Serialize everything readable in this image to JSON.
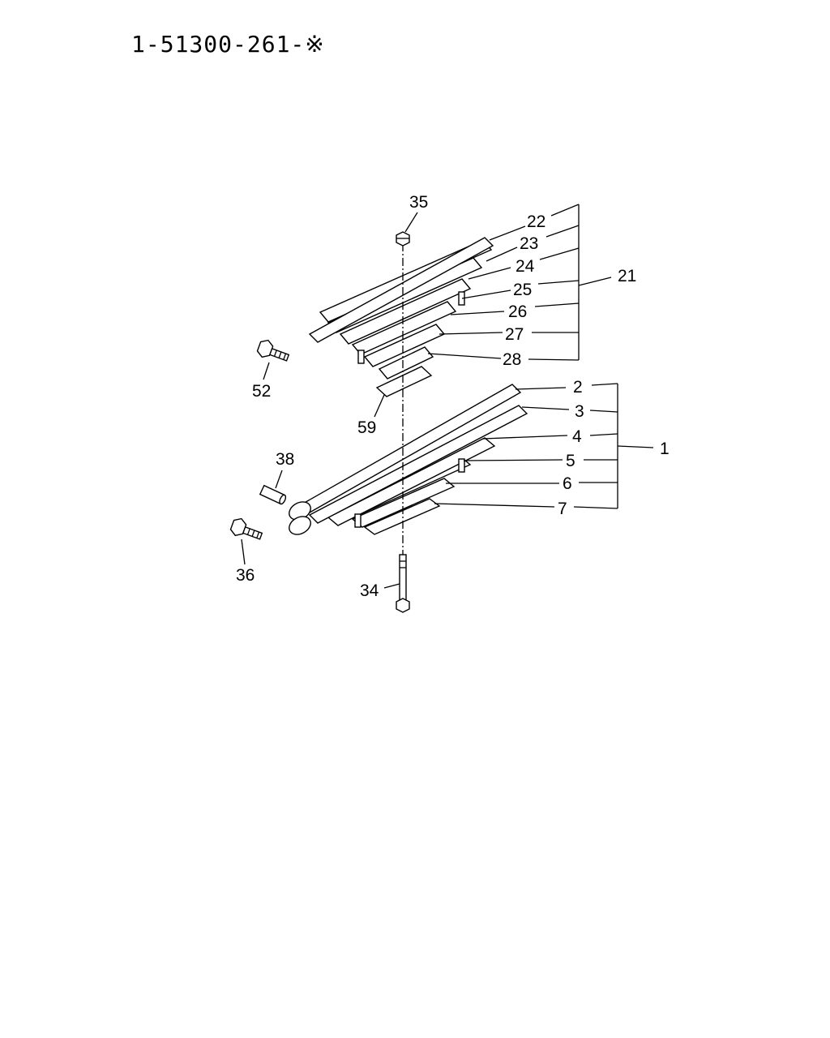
{
  "drawing_number": "1-51300-261-※",
  "callouts": {
    "c1": "1",
    "c2": "2",
    "c3": "3",
    "c4": "4",
    "c5": "5",
    "c6": "6",
    "c7": "7",
    "c21": "21",
    "c22": "22",
    "c23": "23",
    "c24": "24",
    "c25": "25",
    "c26": "26",
    "c27": "27",
    "c28": "28",
    "c34": "34",
    "c35": "35",
    "c36": "36",
    "c38": "38",
    "c52": "52",
    "c59": "59"
  }
}
